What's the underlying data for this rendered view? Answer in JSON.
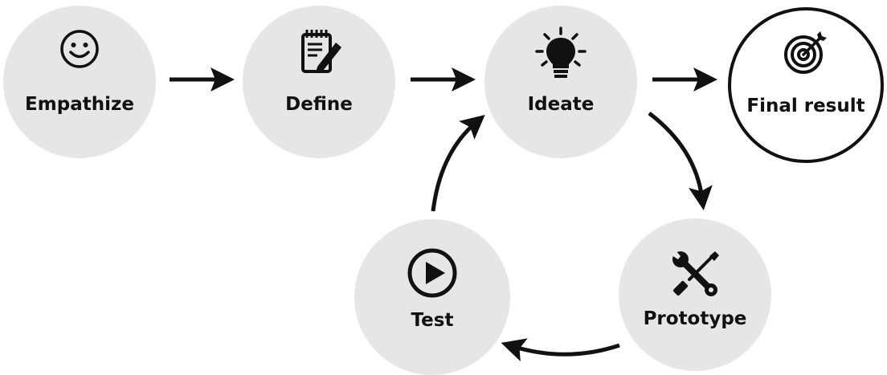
{
  "diagram": {
    "nodes": {
      "empathize": {
        "label": "Empathize",
        "icon": "smiley-face-icon"
      },
      "define": {
        "label": "Define",
        "icon": "notepad-pencil-icon"
      },
      "ideate": {
        "label": "Ideate",
        "icon": "light-bulb-icon"
      },
      "final": {
        "label": "Final result",
        "icon": "target-icon"
      },
      "prototype": {
        "label": "Prototype",
        "icon": "wrench-screwdriver-icon"
      },
      "test": {
        "label": "Test",
        "icon": "play-button-icon"
      }
    },
    "edges": [
      {
        "from": "Empathize",
        "to": "Define"
      },
      {
        "from": "Define",
        "to": "Ideate"
      },
      {
        "from": "Ideate",
        "to": "Final result"
      },
      {
        "from": "Ideate",
        "to": "Prototype"
      },
      {
        "from": "Prototype",
        "to": "Test"
      },
      {
        "from": "Test",
        "to": "Ideate"
      }
    ],
    "colors": {
      "node_fill": "#e6e6e6",
      "final_border": "#111111",
      "ink": "#111111"
    }
  }
}
